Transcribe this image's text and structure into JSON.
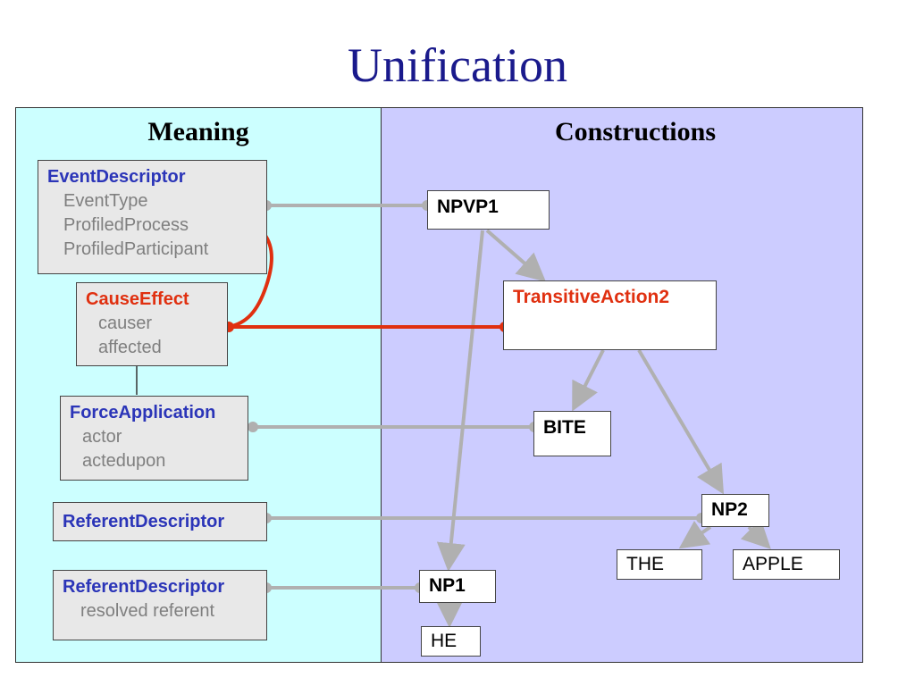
{
  "title": "Unification",
  "meaning": {
    "header": "Meaning",
    "event_descriptor": {
      "name": "EventDescriptor",
      "roles": [
        "EventType",
        "ProfiledProcess",
        "ProfiledParticipant"
      ]
    },
    "cause_effect": {
      "name": "CauseEffect",
      "roles": [
        "causer",
        "affected"
      ]
    },
    "force_application": {
      "name": "ForceApplication",
      "roles": [
        "actor",
        "actedupon"
      ]
    },
    "referent_descriptor_1": {
      "name": "ReferentDescriptor"
    },
    "referent_descriptor_2": {
      "name": "ReferentDescriptor",
      "roles": [
        "resolved referent"
      ]
    }
  },
  "constructions": {
    "header": "Constructions",
    "npvp1": "NPVP1",
    "transitive_action2": "TransitiveAction2",
    "bite": "BITE",
    "np2": "NP2",
    "the": "THE",
    "apple": "APPLE",
    "np1": "NP1",
    "he": "HE"
  },
  "colors": {
    "title": "#1a1a8c",
    "schema_name": "#2b35b8",
    "highlight": "#e03010",
    "link_gray": "#b0b0b0",
    "meaning_bg": "#ccffff",
    "constructions_bg": "#ccccff"
  }
}
